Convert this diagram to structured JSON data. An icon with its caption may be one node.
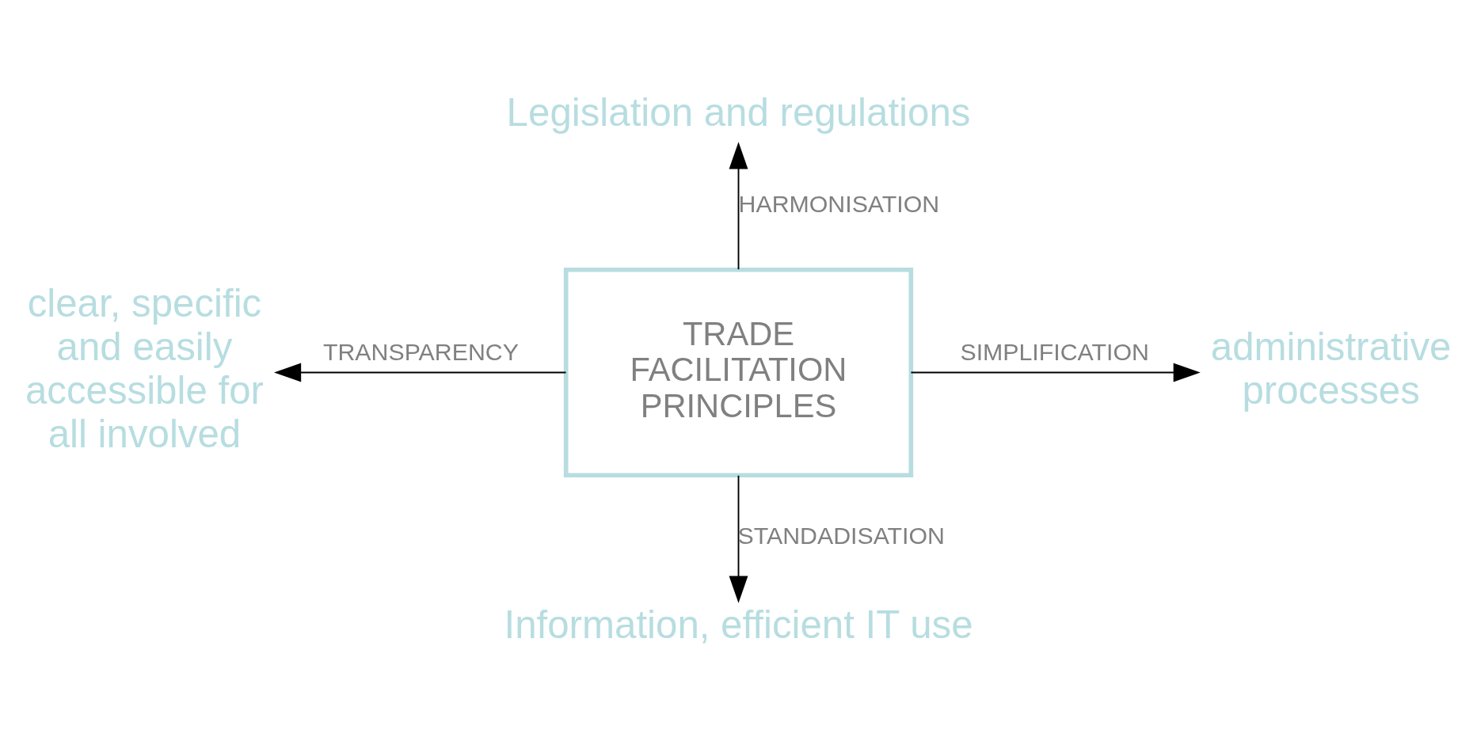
{
  "diagram": {
    "nodes": [
      {
        "text": [
          "Legislation and regulations"
        ]
      },
      {
        "text": [
          "clear, specific and easily accessible for all involved"
        ]
      },
      {
        "text": [
          "TRADE FACILITATION PRINCIPLES"
        ]
      },
      {
        "text": [
          "administrative processes"
        ]
      },
      {
        "text": [
          "Information, efficient IT use"
        ]
      }
    ],
    "edges": [
      {
        "from": 2,
        "to": 0,
        "arrow": "to",
        "label": "HARMONISATION"
      },
      {
        "from": 2,
        "to": 1,
        "arrow": "to",
        "label": "TRANSPARENCY"
      },
      {
        "from": 2,
        "to": 3,
        "arrow": "to",
        "label": "SIMPLIFICATION"
      },
      {
        "from": 2,
        "to": 4,
        "arrow": "to",
        "label": "STANDADISATION"
      }
    ]
  }
}
